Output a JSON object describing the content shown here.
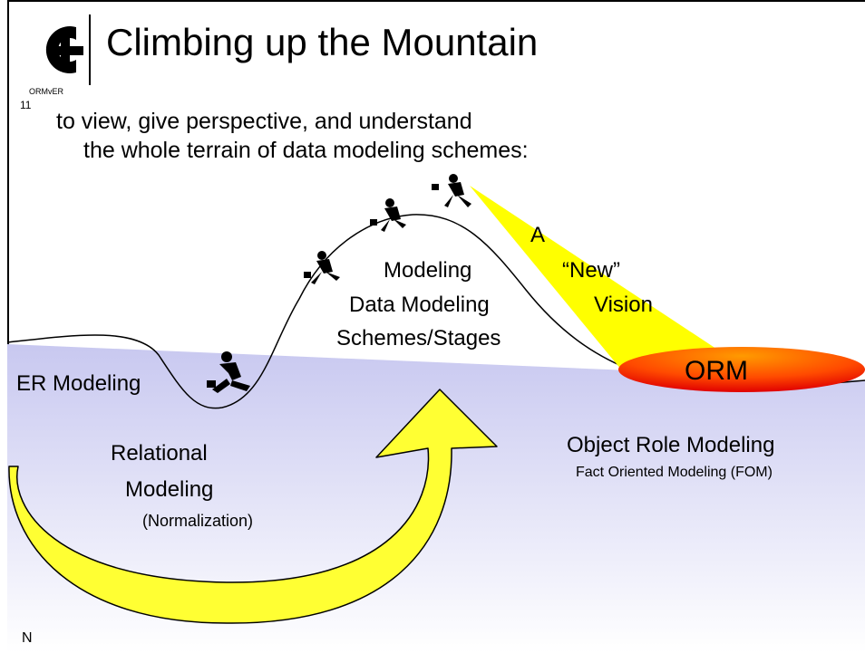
{
  "header": {
    "logo_icon": "ce-logo",
    "title": "Climbing up the Mountain"
  },
  "meta": {
    "tag": "ORMvER",
    "slide_number": "11",
    "corner_letter": "N"
  },
  "intro": {
    "line1": "to view, give perspective, and understand",
    "line2": "the whole terrain of data modeling schemes:"
  },
  "labels": {
    "er": "ER Modeling",
    "peak": [
      "Modeling",
      "Data Modeling",
      "Schemes/Stages"
    ],
    "vision": [
      "A",
      "“New”",
      "Vision"
    ],
    "orm": "ORM",
    "relational": [
      "Relational",
      "Modeling",
      "(Normalization)"
    ],
    "object_role": "Object Role Modeling",
    "fom": "Fact Oriented Modeling (FOM)"
  },
  "colors": {
    "sky": "#ffffff",
    "water_top": "#c7c7f0",
    "water_bottom": "#ffffff",
    "beam": "#ffff00",
    "arrow_fill": "#ffff22",
    "orm_outer": "#ff2400",
    "orm_inner": "#ff9900"
  }
}
